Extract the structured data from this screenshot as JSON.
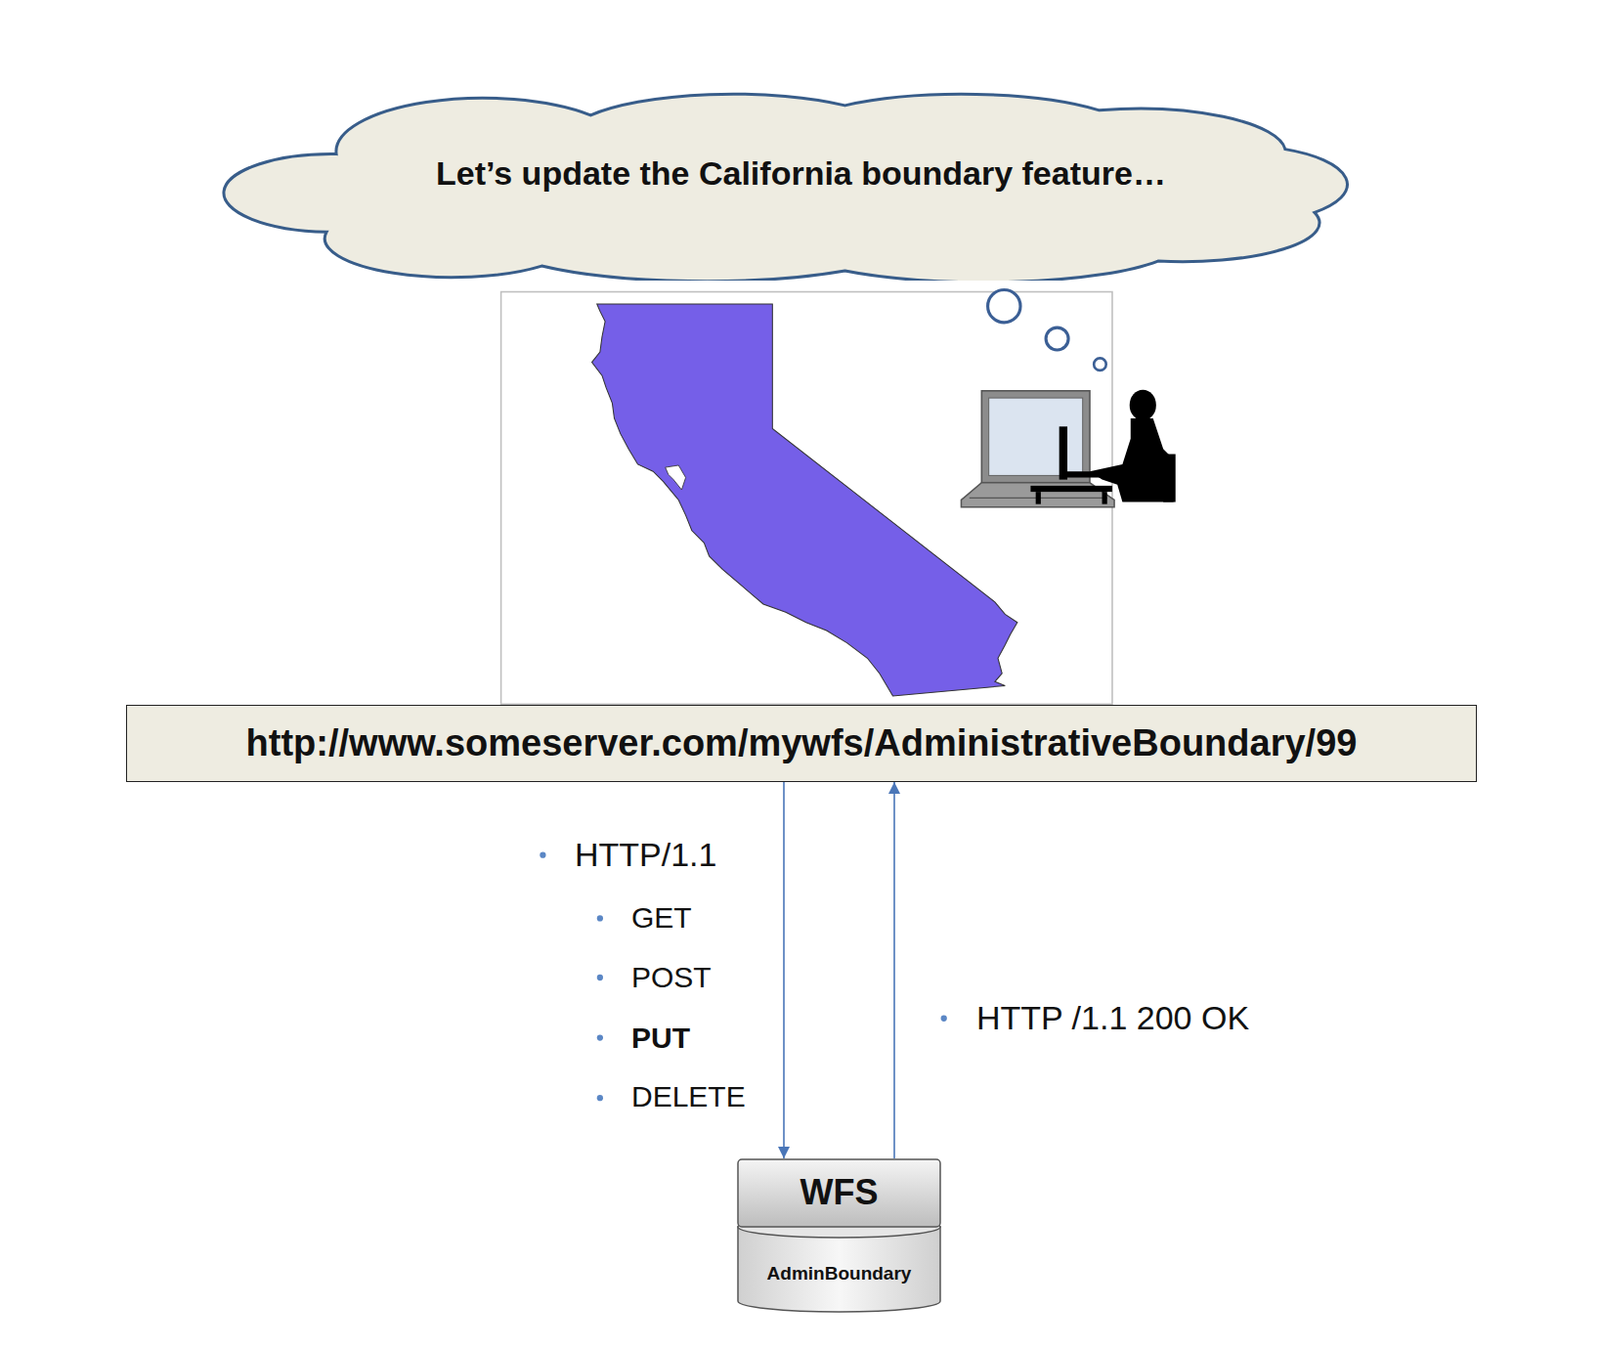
{
  "diagram": {
    "nodes": [
      {
        "text": [
          "Let’s update the California boundary feature…"
        ]
      },
      {
        "text": [
          "http://www.someserver.com/mywfs/AdministrativeBoundary/99"
        ]
      },
      {
        "text": [
          "WFS",
          "AdminBoundary"
        ]
      }
    ],
    "edges": [
      {
        "from": 1,
        "to": 2,
        "arrow": "to"
      },
      {
        "from": 2,
        "to": 1,
        "arrow": "to"
      }
    ],
    "labels": [
      "HTTP/1.1",
      "GET",
      "POST",
      "PUT",
      "DELETE",
      "HTTP /1.1 200 OK"
    ]
  }
}
